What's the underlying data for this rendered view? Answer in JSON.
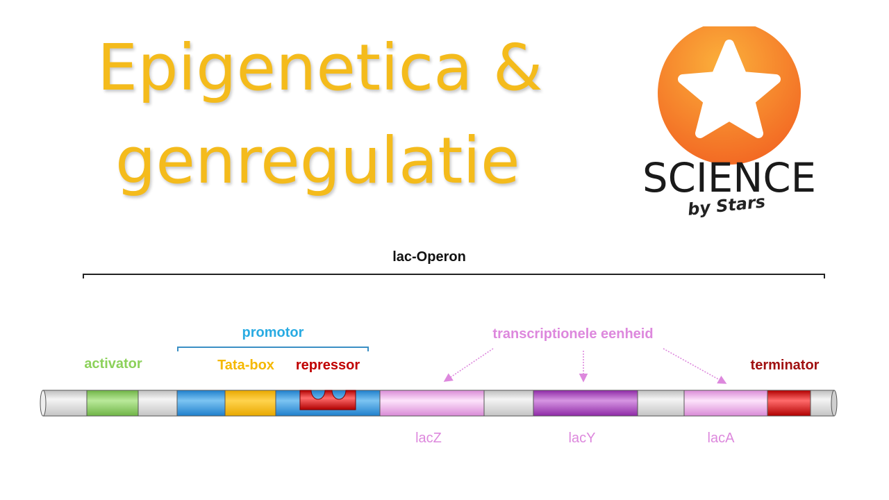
{
  "title": {
    "line1": "Epigenetica &",
    "line2": "genregulatie"
  },
  "logo": {
    "word": "SCIENCE",
    "tagline": "by Stars",
    "icon": "star-icon",
    "circle_colors": [
      "#fbb03b",
      "#f26522"
    ]
  },
  "diagram": {
    "operon_label": "lac-Operon",
    "promotor_label": "promotor",
    "activator_label": "activator",
    "tatabox_label": "Tata-box",
    "repressor_label": "repressor",
    "terminator_label": "terminator",
    "transcription_unit_label": "transcriptionele eenheid",
    "genes": [
      "lacZ",
      "lacY",
      "lacA"
    ],
    "colors": {
      "title": "#f4bb1c",
      "activator": "#8cd15a",
      "promotor": "#29abe2",
      "tatabox": "#f5b800",
      "repressor": "#c00000",
      "terminator": "#a01010",
      "transcription": "#dd88dd",
      "gene_pink": "#f3b8ee",
      "gene_purple": "#b24dc4",
      "dna_gray": "#e4e4e4",
      "blue_segment": "#3a9be0"
    }
  }
}
